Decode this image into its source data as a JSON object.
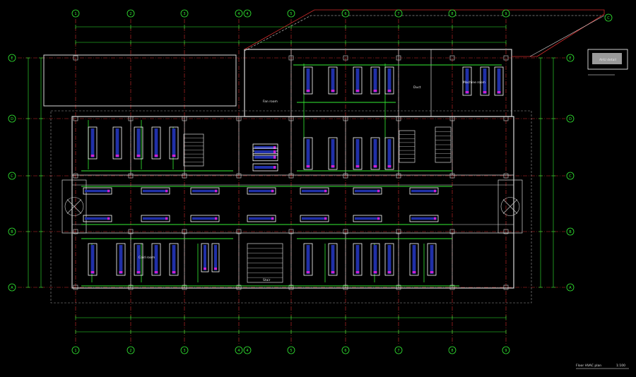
{
  "colors": {
    "background": "#000000",
    "axis_bubble": "#33ee33",
    "axis_line": "#d22c2c",
    "wall": "#d8d8d8",
    "duct": "#33ee33",
    "unit_frame": "#ffffff",
    "unit_core": "#2030a8",
    "unit_coil": "#d020d0",
    "window_wall": "#c8c8c8"
  },
  "axes": {
    "numbered_top": [
      "1",
      "2",
      "3",
      "4",
      "5",
      "6",
      "7",
      "8",
      "9"
    ],
    "numbered_bottom": [
      "1",
      "2",
      "3",
      "4",
      "5",
      "6",
      "7",
      "8",
      "9"
    ],
    "lettered_left": [
      "E",
      "D",
      "C",
      "B",
      "A"
    ],
    "lettered_right": [
      "E",
      "D",
      "C",
      "B",
      "A"
    ],
    "extra_right": "C"
  },
  "room_labels": [
    "Fan room",
    "Duct",
    "Machine room",
    "Cold room",
    "Stair"
  ],
  "drawing_title": "Floor HVAC plan",
  "drawing_scale": "1:100",
  "legend_note": "AHU detail"
}
